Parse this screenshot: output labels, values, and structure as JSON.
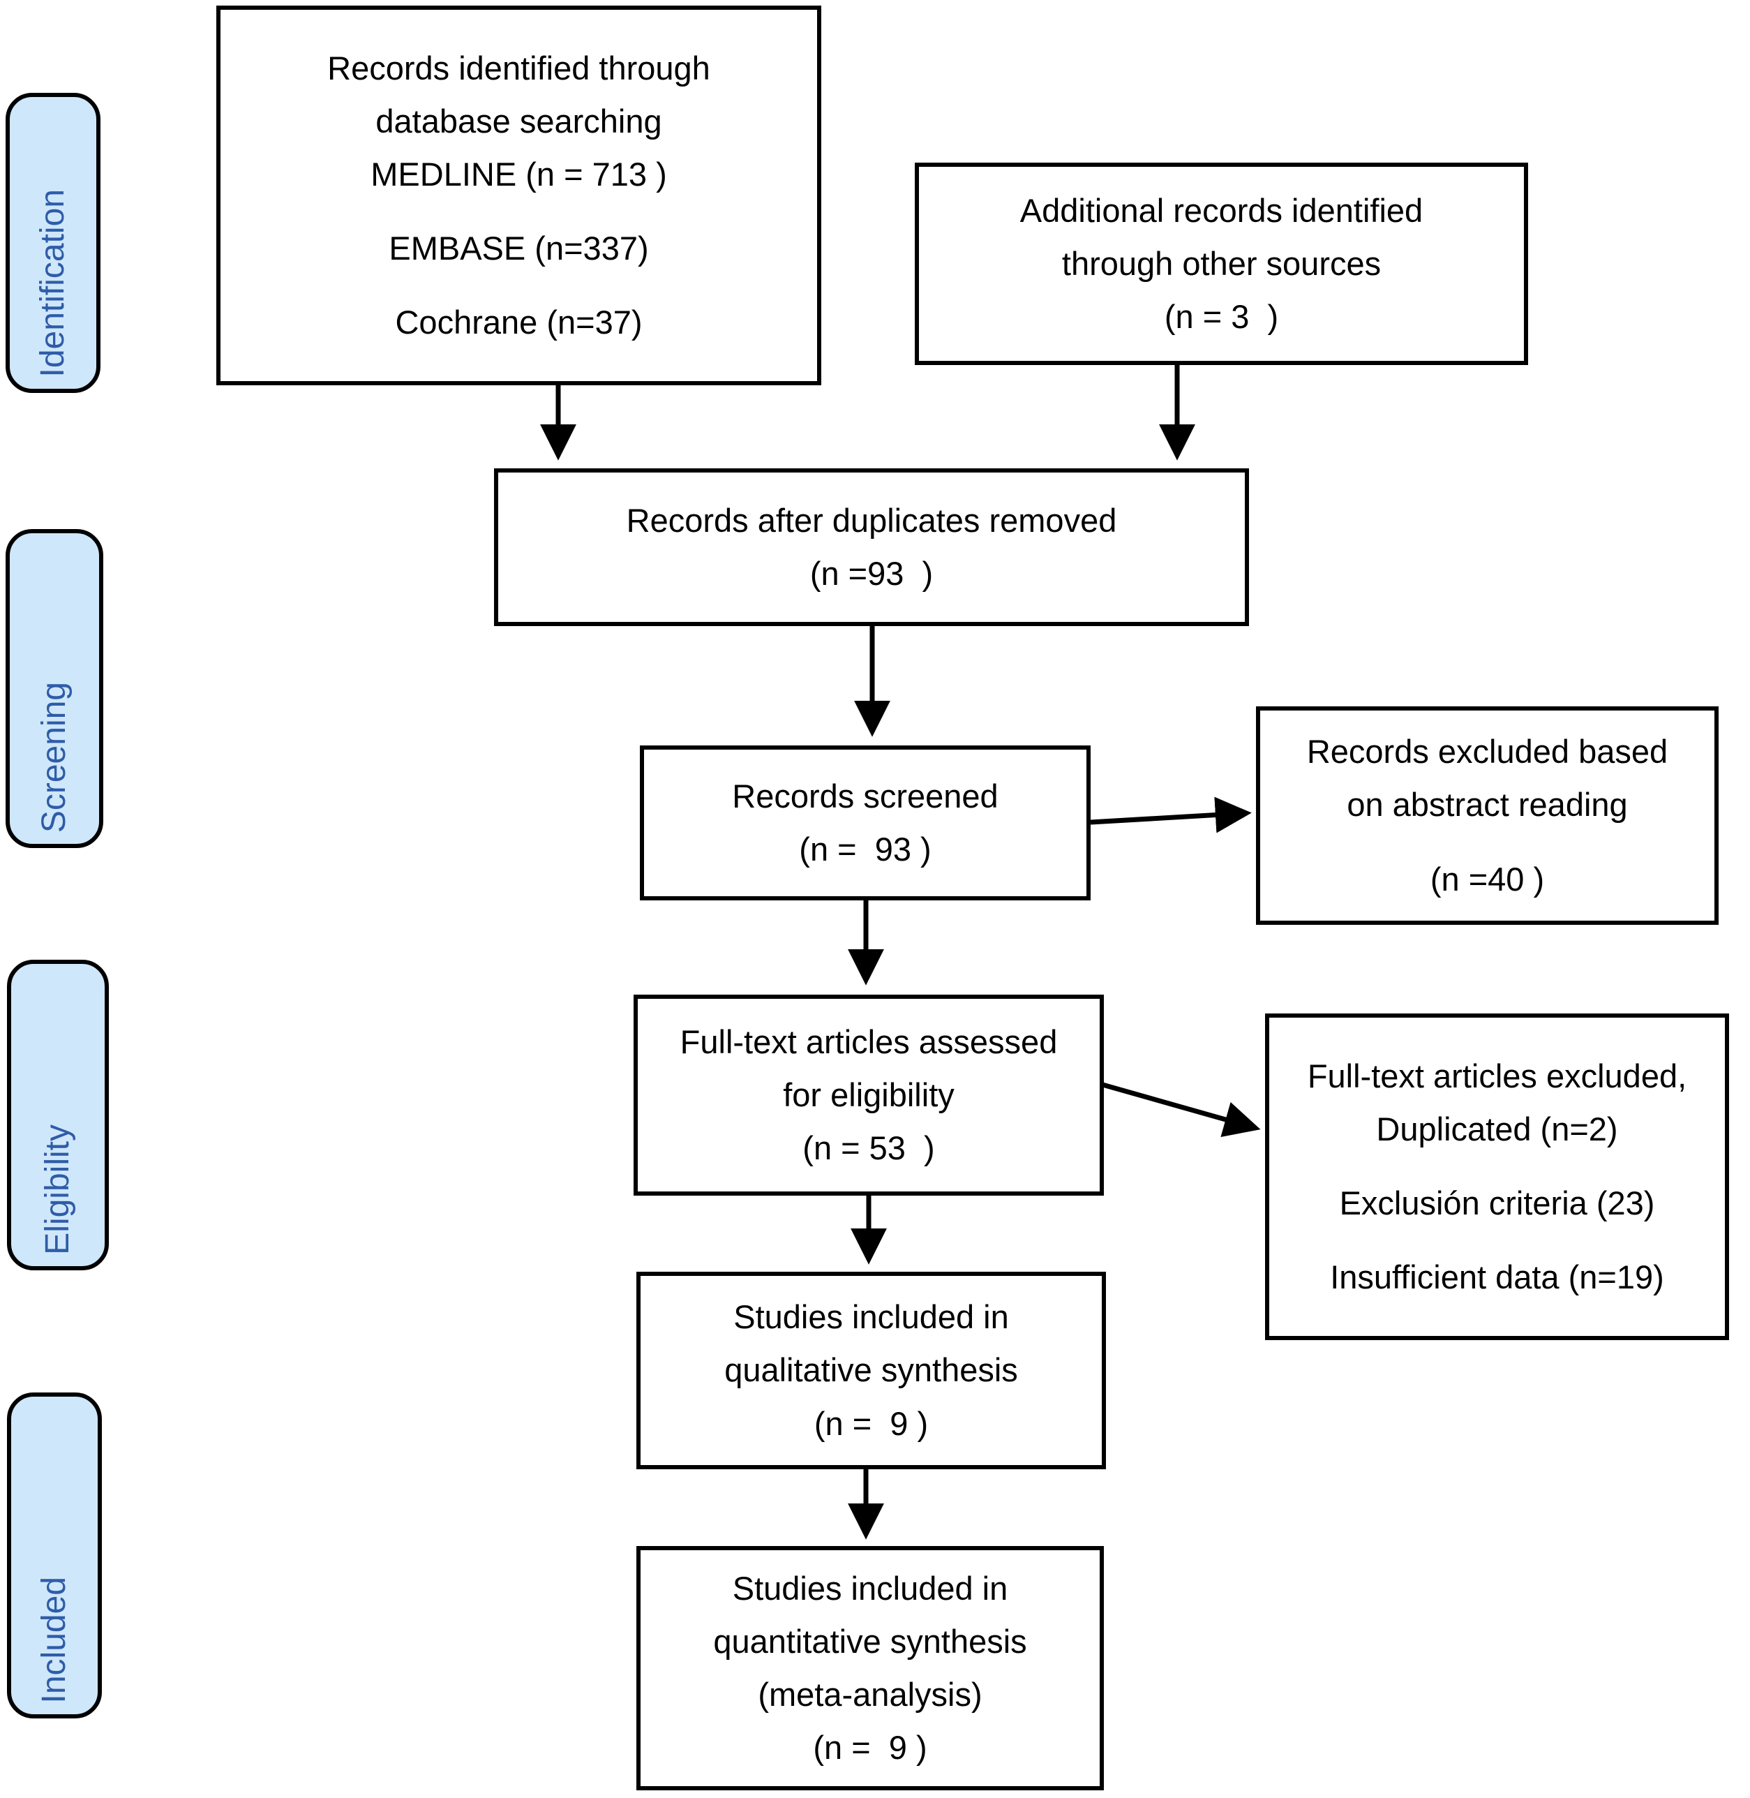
{
  "figure": {
    "kind": "PRISMA flow diagram"
  },
  "colors": {
    "background": "#ffffff",
    "stage_fill": "#cfe7fa",
    "stage_text": "#2e5ca8",
    "box_border": "#000000",
    "arrow": "#000000"
  },
  "stages": [
    {
      "label": "Identification"
    },
    {
      "label": "Screening"
    },
    {
      "label": "Eligibility"
    },
    {
      "label": "Included"
    }
  ],
  "boxes": {
    "identified": {
      "lines": [
        "Records identified through",
        "database searching",
        "MEDLINE (n = 713 )",
        "",
        "EMBASE (n=337)",
        "",
        "Cochrane (n=37)"
      ]
    },
    "additional": {
      "lines": [
        "Additional records identified",
        "through other sources",
        "(n = 3  )"
      ]
    },
    "deduplicated": {
      "lines": [
        "Records after duplicates removed",
        "(n =93  )"
      ]
    },
    "screened": {
      "lines": [
        "Records screened",
        "(n =  93 )"
      ]
    },
    "excluded_abstract": {
      "lines": [
        "Records excluded based",
        "on abstract reading",
        "",
        "(n =40 )"
      ]
    },
    "fulltext_assessed": {
      "lines": [
        "Full-text articles assessed",
        "for eligibility",
        "(n = 53  )"
      ]
    },
    "fulltext_excluded": {
      "lines": [
        "Full-text articles excluded,",
        "Duplicated (n=2)",
        "",
        "Exclusión criteria (23)",
        "",
        "Insufficient data (n=19)"
      ]
    },
    "qualitative": {
      "lines": [
        "Studies included in",
        "qualitative synthesis",
        "(n =  9 )"
      ]
    },
    "quantitative": {
      "lines": [
        "Studies included in",
        "quantitative synthesis",
        "(meta-analysis)",
        "(n =  9 )"
      ]
    }
  }
}
